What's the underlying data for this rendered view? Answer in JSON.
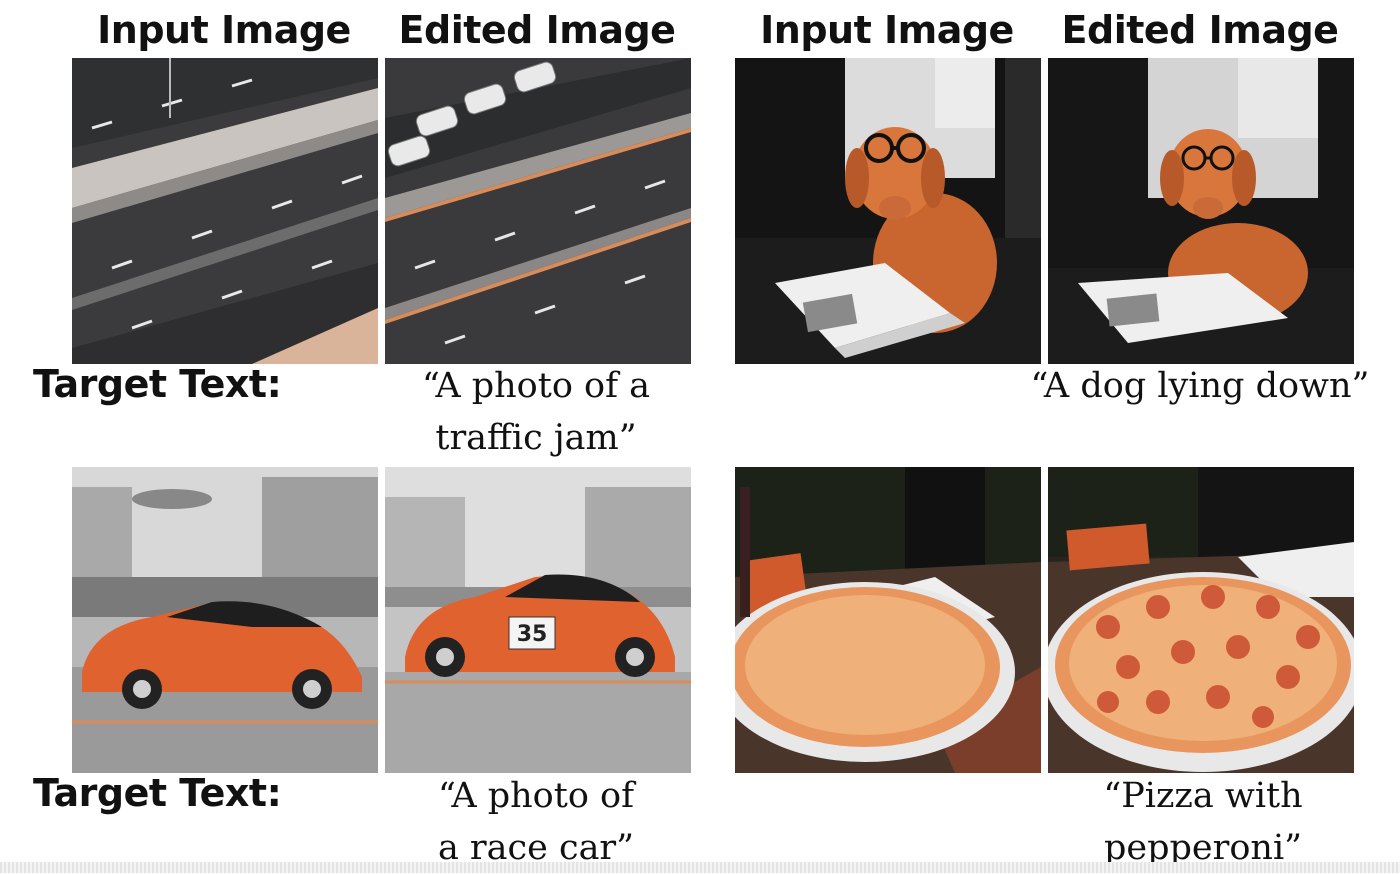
{
  "headers": {
    "left_input": "Input Image",
    "left_edited": "Edited Image",
    "right_input": "Input Image",
    "right_edited": "Edited Image"
  },
  "target_label": "Target Text:",
  "examples": [
    {
      "id": "road",
      "target_text_lines": [
        "“A photo of a",
        "traffic jam”"
      ],
      "race_number": ""
    },
    {
      "id": "dog",
      "target_text_lines": [
        "“A dog lying down”"
      ],
      "race_number": ""
    },
    {
      "id": "car",
      "target_text_lines": [
        "“A photo of",
        "a race car”"
      ],
      "race_number": "35"
    },
    {
      "id": "pizza",
      "target_text_lines": [
        "“Pizza with",
        "pepperoni”"
      ],
      "race_number": ""
    }
  ],
  "colors": {
    "asphalt": "#3c3c3e",
    "car_orange": "#e0622f",
    "dog_orange": "#d9763c",
    "pizza_crust": "#e8965e",
    "pepperoni": "#cf5a3a"
  }
}
